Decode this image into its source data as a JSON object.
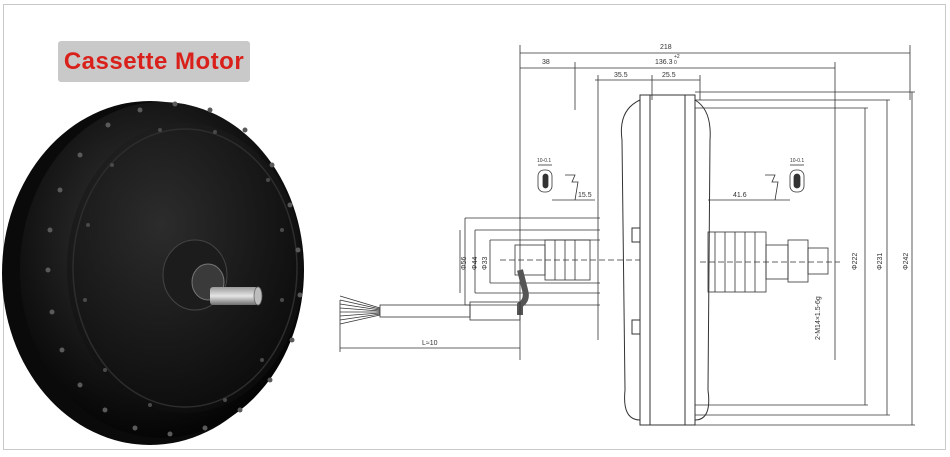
{
  "title": "Cassette Motor",
  "dimensions": {
    "overall_width": "218",
    "body_width": "136.3",
    "body_tol_upper": "+2",
    "body_tol_lower": "0",
    "left_offset": "38",
    "dim_35_5": "35.5",
    "dim_25_5": "25.5",
    "dim_15_5": "15.5",
    "dim_41_6": "41.6",
    "left_slot_tol": "10-0.1",
    "right_slot_tol": "10-0.1",
    "dia_56": "Φ56",
    "dia_44": "Φ44",
    "dia_33": "Φ33",
    "dia_222": "Φ222",
    "dia_231": "Φ231",
    "dia_242": "Φ242",
    "thread": "2-M14×1.5-6g",
    "cable_length": "L≈10"
  },
  "colors": {
    "title_text": "#d9201a",
    "title_bg": "#c9c9c9",
    "motor_body": "#151515",
    "drawing_line": "#333333"
  }
}
